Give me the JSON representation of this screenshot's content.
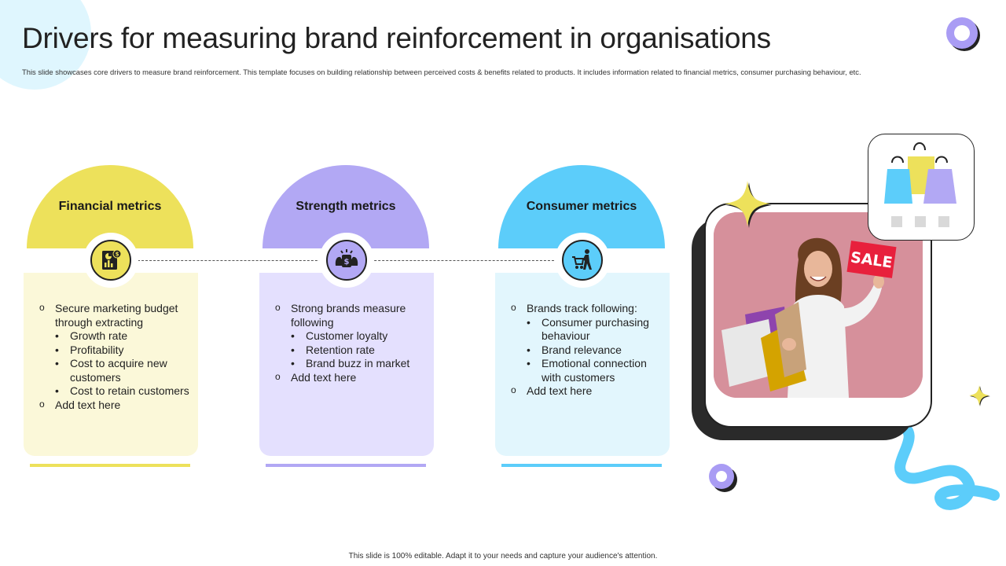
{
  "title": "Drivers for measuring brand reinforcement in organisations",
  "subtitle": "This slide showcases core drivers to measure brand reinforcement. This template  focuses on building relationship between perceived costs & benefits related to products. It includes information related to financial metrics, consumer purchasing behaviour, etc.",
  "footer": "This slide is 100% editable.  Adapt it to your needs and capture your audience's attention.",
  "colors": {
    "yellow": "#ede15b",
    "purple": "#b2a8f4",
    "blue": "#5ccdfa"
  },
  "cards": [
    {
      "title": "Financial metrics",
      "icon": "financial-report-icon",
      "items": [
        {
          "text": "Secure marketing budget through extracting",
          "sub": [
            "Growth rate",
            "Profitability",
            "Cost to acquire new customers",
            "Cost to retain customers"
          ]
        },
        {
          "text": "Add text here"
        }
      ]
    },
    {
      "title": "Strength metrics",
      "icon": "money-strength-icon",
      "items": [
        {
          "text": "Strong brands measure following",
          "sub": [
            "Customer loyalty",
            "Retention rate",
            "Brand buzz in market"
          ]
        },
        {
          "text": "Add text here"
        }
      ]
    },
    {
      "title": "Consumer metrics",
      "icon": "shopping-cart-person-icon",
      "items": [
        {
          "text": "Brands track following:",
          "sub": [
            "Consumer purchasing behaviour",
            "Brand relevance",
            "Emotional connection with customers"
          ]
        },
        {
          "text": "Add text here"
        }
      ]
    }
  ],
  "photo": {
    "sign_text": "SALE"
  }
}
